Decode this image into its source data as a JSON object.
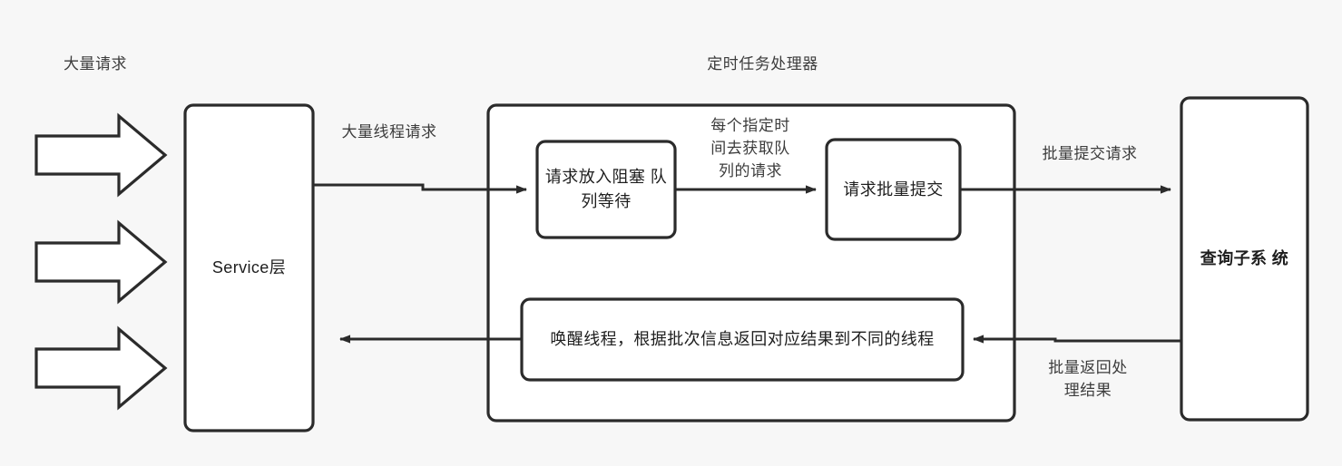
{
  "diagram": {
    "title_labels": [
      {
        "id": "mass-requests",
        "text": "大量请求"
      },
      {
        "id": "scheduled-task-processor",
        "text": "定时任务处理器"
      }
    ],
    "nodes": [
      {
        "id": "service-layer",
        "text": "Service层",
        "bold": false
      },
      {
        "id": "blocking-queue",
        "text": "请求放入阻塞\n队列等待",
        "bold": false
      },
      {
        "id": "batch-submit",
        "text": "请求批量提交",
        "bold": false
      },
      {
        "id": "wakeup-thread",
        "text": "唤醒线程，根据批次信息返回对应结果到不同的线程",
        "bold": false
      },
      {
        "id": "query-subsystem",
        "text": "查询子系\n统",
        "bold": true
      }
    ],
    "edge_labels": [
      {
        "id": "mass-thread-requests",
        "text": "大量线程请求"
      },
      {
        "id": "fetch-queue-at-interval",
        "text": "每个指定时\n间去获取队\n列的请求"
      },
      {
        "id": "batch-submit-request",
        "text": "批量提交请求"
      },
      {
        "id": "batch-return-result",
        "text": "批量返回处\n理结果"
      }
    ],
    "block_arrows": [
      {
        "id": "block-arrow-1"
      },
      {
        "id": "block-arrow-2"
      },
      {
        "id": "block-arrow-3"
      }
    ],
    "colors": {
      "background": "#f7f7f7",
      "stroke": "#2b2b2b",
      "node_fill": "#ffffff",
      "label_text": "#3c3c3c",
      "node_text": "#1e1e1e"
    }
  }
}
